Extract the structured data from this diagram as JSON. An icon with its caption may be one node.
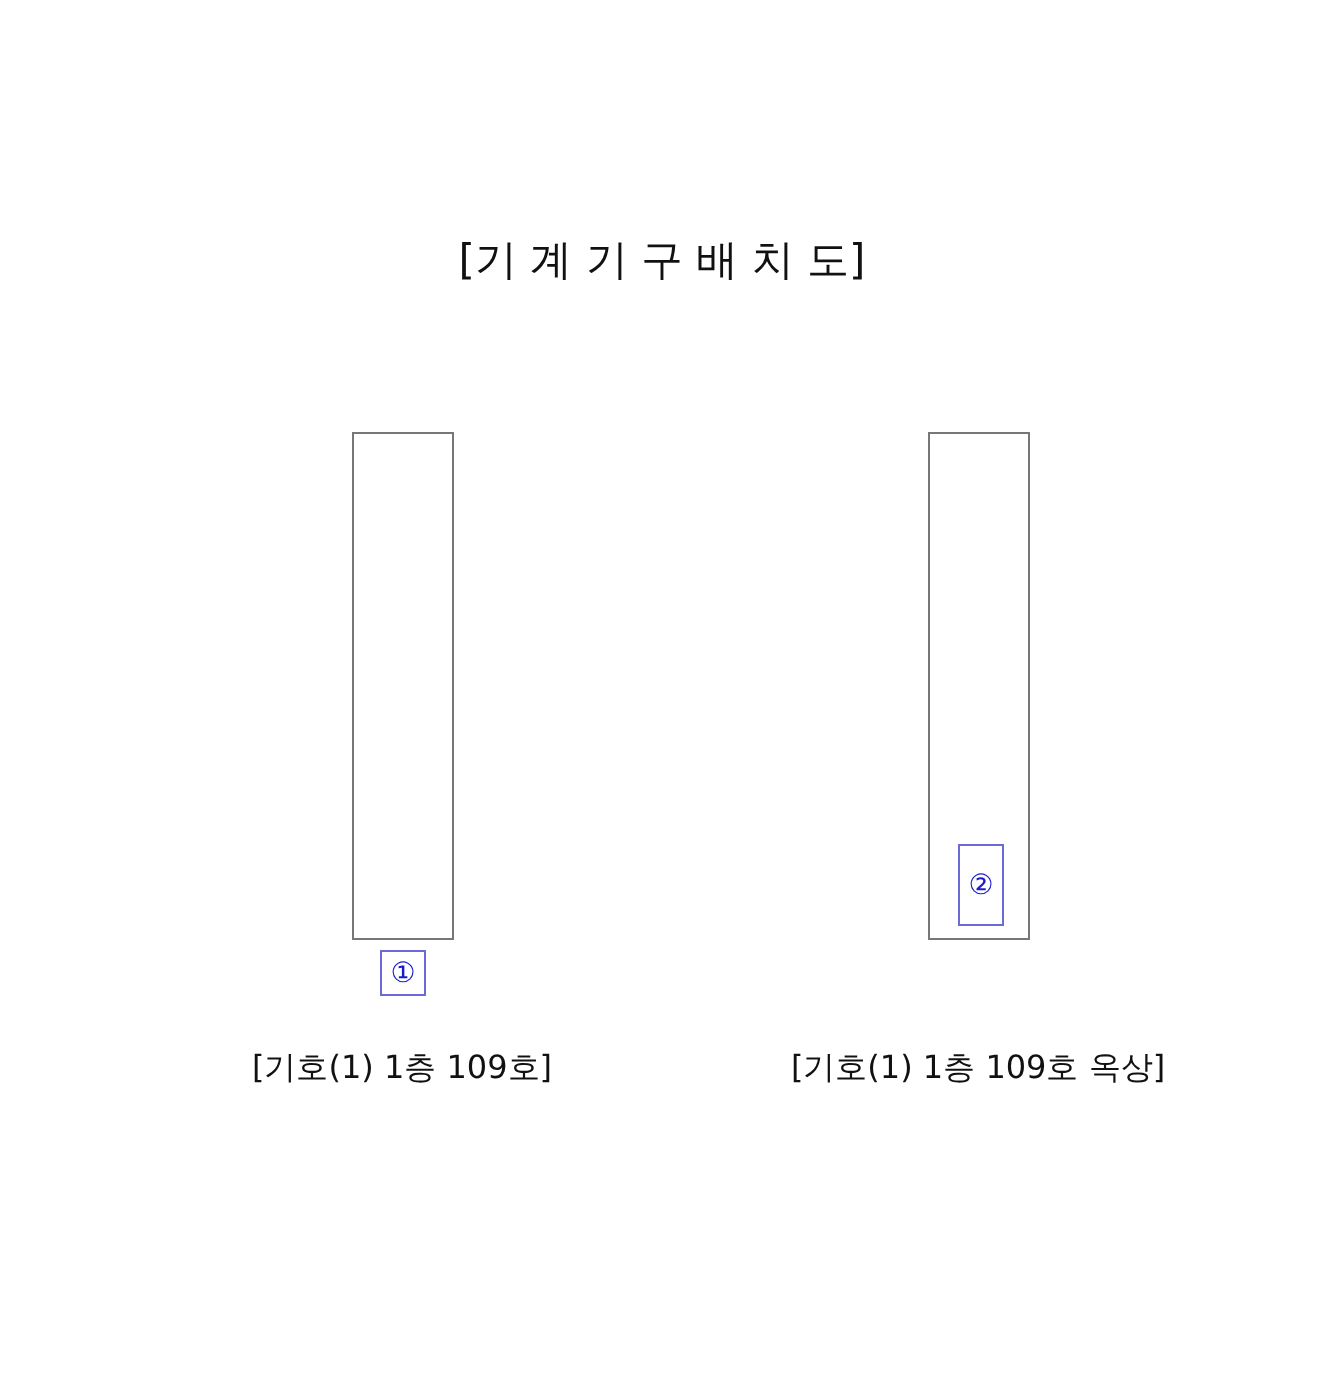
{
  "diagram": {
    "title": "[기 계 기 구 배 치 도]",
    "nodes": [
      {
        "text": [],
        "shape": "box"
      },
      {
        "text": [
          "①"
        ]
      },
      {
        "text": [],
        "shape": "box"
      },
      {
        "text": [
          "②"
        ],
        "in": 2
      }
    ],
    "edges": [],
    "labels": [
      "[기호(1) 1층 109호]",
      "[기호(1) 1층 109호 옥상]"
    ]
  }
}
